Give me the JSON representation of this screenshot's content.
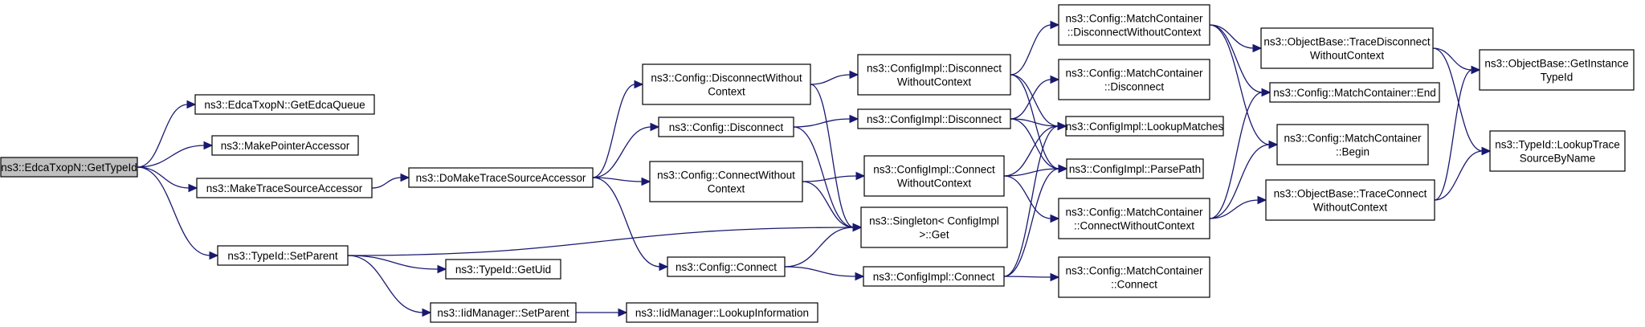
{
  "colors": {
    "edge": "#191970",
    "root_fill": "#bfbfbf",
    "node_fill": "#ffffff",
    "node_stroke": "#000000"
  },
  "nodes": {
    "gettypeid": {
      "lines": [
        "ns3::EdcaTxopN::GetTypeId"
      ]
    },
    "getedcaqueue": {
      "lines": [
        "ns3::EdcaTxopN::GetEdcaQueue"
      ]
    },
    "makepointeraccessor": {
      "lines": [
        "ns3::MakePointerAccessor"
      ]
    },
    "maketracesourceaccessor": {
      "lines": [
        "ns3::MakeTraceSourceAccessor"
      ]
    },
    "typeid-setparent": {
      "lines": [
        "ns3::TypeId::SetParent"
      ]
    },
    "domaketracesourceaccessor": {
      "lines": [
        "ns3::DoMakeTraceSourceAccessor"
      ]
    },
    "typeid-getuid": {
      "lines": [
        "ns3::TypeId::GetUid"
      ]
    },
    "iidmanager-setparent": {
      "lines": [
        "ns3::IidManager::SetParent"
      ]
    },
    "iidmanager-lookupinformation": {
      "lines": [
        "ns3::IidManager::LookupInformation"
      ]
    },
    "config-disconnectwithoutcontext": {
      "lines": [
        "ns3::Config::DisconnectWithout",
        "Context"
      ]
    },
    "config-disconnect": {
      "lines": [
        "ns3::Config::Disconnect"
      ]
    },
    "config-connectwithoutcontext": {
      "lines": [
        "ns3::Config::ConnectWithout",
        "Context"
      ]
    },
    "config-connect": {
      "lines": [
        "ns3::Config::Connect"
      ]
    },
    "configimpl-disconnectwithoutcontext": {
      "lines": [
        "ns3::ConfigImpl::Disconnect",
        "WithoutContext"
      ]
    },
    "configimpl-disconnect": {
      "lines": [
        "ns3::ConfigImpl::Disconnect"
      ]
    },
    "configimpl-connectwithoutcontext": {
      "lines": [
        "ns3::ConfigImpl::Connect",
        "WithoutContext"
      ]
    },
    "singleton-get": {
      "lines": [
        "ns3::Singleton< ConfigImpl",
        ">::Get"
      ]
    },
    "configimpl-connect": {
      "lines": [
        "ns3::ConfigImpl::Connect"
      ]
    },
    "matchcontainer-disconnectwithoutcontext": {
      "lines": [
        "ns3::Config::MatchContainer",
        "::DisconnectWithoutContext"
      ]
    },
    "matchcontainer-disconnect": {
      "lines": [
        "ns3::Config::MatchContainer",
        "::Disconnect"
      ]
    },
    "configimpl-lookupmatches": {
      "lines": [
        "ns3::ConfigImpl::LookupMatches"
      ]
    },
    "configimpl-parsepath": {
      "lines": [
        "ns3::ConfigImpl::ParsePath"
      ]
    },
    "matchcontainer-connectwithoutcontext": {
      "lines": [
        "ns3::Config::MatchContainer",
        "::ConnectWithoutContext"
      ]
    },
    "matchcontainer-connect": {
      "lines": [
        "ns3::Config::MatchContainer",
        "::Connect"
      ]
    },
    "objectbase-tracedisconnectwithoutcontext": {
      "lines": [
        "ns3::ObjectBase::TraceDisconnect",
        "WithoutContext"
      ]
    },
    "matchcontainer-end": {
      "lines": [
        "ns3::Config::MatchContainer::End"
      ]
    },
    "matchcontainer-begin": {
      "lines": [
        "ns3::Config::MatchContainer",
        "::Begin"
      ]
    },
    "objectbase-traceconnectwithoutcontext": {
      "lines": [
        "ns3::ObjectBase::TraceConnect",
        "WithoutContext"
      ]
    },
    "objectbase-getinstancetypeid": {
      "lines": [
        "ns3::ObjectBase::GetInstance",
        "TypeId"
      ]
    },
    "typeid-lookuptracesourcebyname": {
      "lines": [
        "ns3::TypeId::LookupTrace",
        "SourceByName"
      ]
    }
  },
  "edges": [
    [
      "gettypeid",
      "getedcaqueue"
    ],
    [
      "gettypeid",
      "makepointeraccessor"
    ],
    [
      "gettypeid",
      "maketracesourceaccessor"
    ],
    [
      "gettypeid",
      "typeid-setparent"
    ],
    [
      "maketracesourceaccessor",
      "domaketracesourceaccessor"
    ],
    [
      "domaketracesourceaccessor",
      "config-disconnectwithoutcontext"
    ],
    [
      "domaketracesourceaccessor",
      "config-disconnect"
    ],
    [
      "domaketracesourceaccessor",
      "config-connectwithoutcontext"
    ],
    [
      "domaketracesourceaccessor",
      "config-connect"
    ],
    [
      "typeid-setparent",
      "singleton-get"
    ],
    [
      "typeid-setparent",
      "typeid-getuid"
    ],
    [
      "typeid-setparent",
      "iidmanager-setparent"
    ],
    [
      "iidmanager-setparent",
      "iidmanager-lookupinformation"
    ],
    [
      "config-disconnectwithoutcontext",
      "configimpl-disconnectwithoutcontext"
    ],
    [
      "config-disconnectwithoutcontext",
      "singleton-get"
    ],
    [
      "config-disconnect",
      "configimpl-disconnect"
    ],
    [
      "config-disconnect",
      "singleton-get"
    ],
    [
      "config-connectwithoutcontext",
      "configimpl-connectwithoutcontext"
    ],
    [
      "config-connectwithoutcontext",
      "singleton-get"
    ],
    [
      "config-connect",
      "singleton-get"
    ],
    [
      "config-connect",
      "configimpl-connect"
    ],
    [
      "configimpl-disconnectwithoutcontext",
      "matchcontainer-disconnectwithoutcontext"
    ],
    [
      "configimpl-disconnectwithoutcontext",
      "configimpl-lookupmatches"
    ],
    [
      "configimpl-disconnectwithoutcontext",
      "configimpl-parsepath"
    ],
    [
      "configimpl-disconnect",
      "matchcontainer-disconnect"
    ],
    [
      "configimpl-disconnect",
      "configimpl-lookupmatches"
    ],
    [
      "configimpl-disconnect",
      "configimpl-parsepath"
    ],
    [
      "configimpl-connectwithoutcontext",
      "configimpl-lookupmatches"
    ],
    [
      "configimpl-connectwithoutcontext",
      "configimpl-parsepath"
    ],
    [
      "configimpl-connectwithoutcontext",
      "matchcontainer-connectwithoutcontext"
    ],
    [
      "configimpl-connect",
      "configimpl-lookupmatches"
    ],
    [
      "configimpl-connect",
      "configimpl-parsepath"
    ],
    [
      "configimpl-connect",
      "matchcontainer-connect"
    ],
    [
      "matchcontainer-disconnectwithoutcontext",
      "objectbase-tracedisconnectwithoutcontext"
    ],
    [
      "matchcontainer-disconnectwithoutcontext",
      "matchcontainer-end"
    ],
    [
      "matchcontainer-disconnectwithoutcontext",
      "matchcontainer-begin"
    ],
    [
      "matchcontainer-connectwithoutcontext",
      "matchcontainer-end"
    ],
    [
      "matchcontainer-connectwithoutcontext",
      "matchcontainer-begin"
    ],
    [
      "matchcontainer-connectwithoutcontext",
      "objectbase-traceconnectwithoutcontext"
    ],
    [
      "objectbase-tracedisconnectwithoutcontext",
      "objectbase-getinstancetypeid"
    ],
    [
      "objectbase-tracedisconnectwithoutcontext",
      "typeid-lookuptracesourcebyname"
    ],
    [
      "objectbase-traceconnectwithoutcontext",
      "objectbase-getinstancetypeid"
    ],
    [
      "objectbase-traceconnectwithoutcontext",
      "typeid-lookuptracesourcebyname"
    ]
  ]
}
